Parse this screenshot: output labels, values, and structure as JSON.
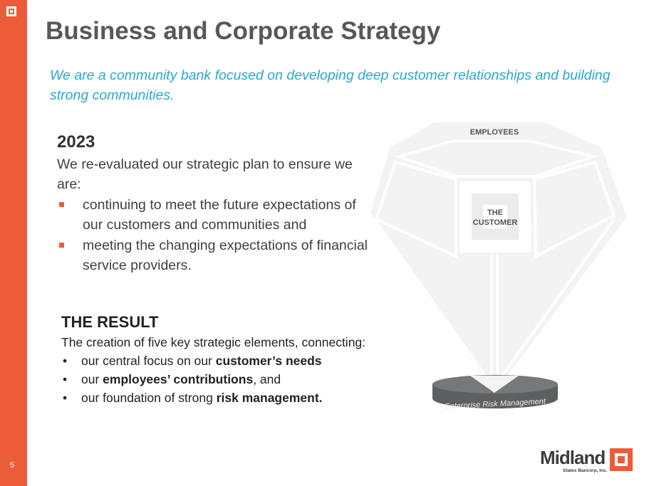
{
  "page_number": "5",
  "title": "Business and Corporate Strategy",
  "tagline": "We are a community bank focused on developing deep customer relationships and building strong communities.",
  "section_2023": {
    "heading": "2023",
    "intro": "We re-evaluated our strategic plan to ensure we are:",
    "bullets": [
      "continuing to meet the future expectations of our customers and communities and",
      "meeting the changing expectations of financial service providers."
    ]
  },
  "result": {
    "heading": "THE RESULT",
    "intro": "The creation of five key strategic elements, connecting:",
    "b1_pre": "our central focus on our ",
    "b1_bold": "customer’s needs",
    "b2_pre": "our ",
    "b2_bold": "employees’ contributions",
    "b2_post": ", and",
    "b3_pre": "our foundation of strong ",
    "b3_bold": "risk management."
  },
  "diagram": {
    "top": "EMPLOYEES",
    "center_line1": "THE",
    "center_line2": "CUSTOMER",
    "base": "Enterprise Risk Management"
  },
  "logo": {
    "name": "Midland",
    "subtitle": "States Bancorp, Inc."
  },
  "colors": {
    "accent": "#ec5c38",
    "tagline": "#2aa7cf"
  }
}
